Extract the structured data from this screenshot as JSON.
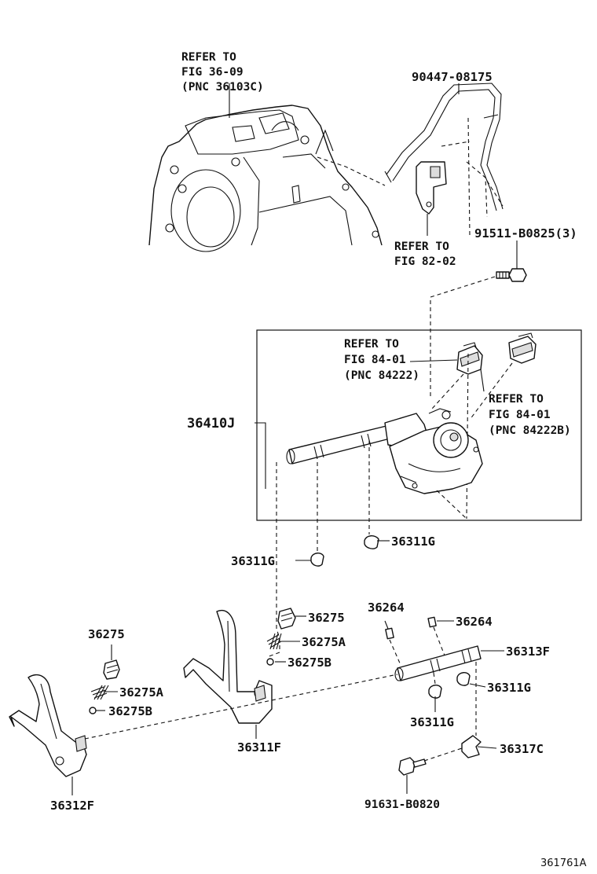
{
  "refs": {
    "fig36": [
      "REFER TO",
      "FIG 36-09",
      "(PNC 36103C)"
    ],
    "fig82": [
      "REFER TO",
      "FIG 82-02"
    ],
    "fig84a": [
      "REFER TO",
      "FIG 84-01",
      "(PNC 84222)"
    ],
    "fig84b": [
      "REFER TO",
      "FIG 84-01",
      "(PNC 84222B)"
    ]
  },
  "parts": {
    "p90447": "90447-08175",
    "p91511": "91511-B0825(3)",
    "p36410J": "36410J",
    "p36311G_a": "36311G",
    "p36311G_b": "36311G",
    "p36275_a": "36275",
    "p36275A_a": "36275A",
    "p36275B_a": "36275B",
    "p36264_a": "36264",
    "p36264_b": "36264",
    "p36313F": "36313F",
    "p36275_b": "36275",
    "p36275A_b": "36275A",
    "p36275B_b": "36275B",
    "p36311G_c": "36311G",
    "p36311G_d": "36311G",
    "p36311F": "36311F",
    "p36317C": "36317C",
    "p36312F": "36312F",
    "p91631": "91631-B0820"
  },
  "diagram_code": "361761A"
}
